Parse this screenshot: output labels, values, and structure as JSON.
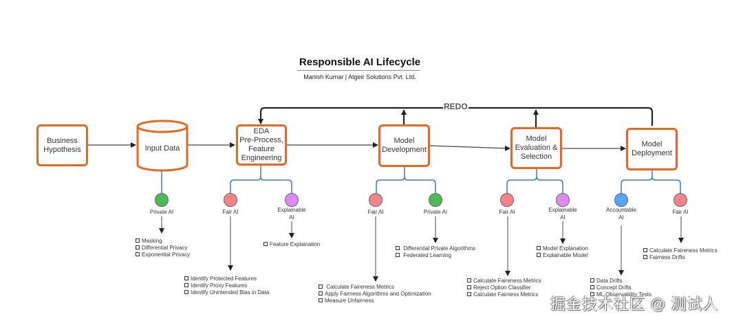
{
  "header": {
    "title": "Responsible AI Lifecycle",
    "subtitle": "Manish Kumar  |  Atgeir Solutions Pvt. Ltd."
  },
  "redo_label": "REDO",
  "colors": {
    "box_border": "#e8671e",
    "branch_line": "#3a78c2",
    "private_ai": "#4cbb55",
    "fair_ai": "#f48488",
    "explainable_ai": "#dc8af0",
    "accountable_ai": "#5aa4f5"
  },
  "stages": [
    {
      "id": "business-hypothesis",
      "label": "Business\nHypothesis"
    },
    {
      "id": "input-data",
      "label": "Input Data"
    },
    {
      "id": "eda",
      "label": "EDA\nPre-Process,\nFeature\nEngineering"
    },
    {
      "id": "model-development",
      "label": "Model\nDevelopment"
    },
    {
      "id": "model-evaluation",
      "label": "Model\nEvaluation &\nSelection"
    },
    {
      "id": "model-deployment",
      "label": "Model\nDeployment"
    }
  ],
  "pillars": [
    {
      "stage": "input-data",
      "label": "Private AI",
      "type": "private_ai",
      "items": [
        "Masking",
        "Differential Privacy",
        "Exponential Privacy"
      ]
    },
    {
      "stage": "eda",
      "label": "Fair AI",
      "type": "fair_ai",
      "items": [
        "Identify Protected Features",
        "Identify Proxy Features",
        "Identify Unintended Bias in Data"
      ]
    },
    {
      "stage": "eda",
      "label": "Explainable\nAI",
      "type": "explainable_ai",
      "items": [
        "Feature Explaination"
      ]
    },
    {
      "stage": "model-development",
      "label": "Fair AI",
      "type": "fair_ai",
      "items": [
        " Calculate Faireness Metrics",
        "Apply Fairness Algorithms and Optimization",
        "Measure Unfairness"
      ]
    },
    {
      "stage": "model-development",
      "label": "Private AI",
      "type": "private_ai",
      "items": [
        " Differential Private Algorithms",
        " Federated Learning"
      ]
    },
    {
      "stage": "model-evaluation",
      "label": "Fair AI",
      "type": "fair_ai",
      "items": [
        "Calculate Faireness Metrics",
        "Reject Option Classifier",
        "Calculate Fairness Metrics"
      ]
    },
    {
      "stage": "model-evaluation",
      "label": "Explainable\nAI",
      "type": "explainable_ai",
      "items": [
        "Model Explanation",
        "Explainable Model"
      ]
    },
    {
      "stage": "model-deployment",
      "label": "Accountable\nAI",
      "type": "accountable_ai",
      "items": [
        "Data Drifts",
        "Concept Drifts",
        "ML Observability Tests"
      ]
    },
    {
      "stage": "model-deployment",
      "label": "Fair AI",
      "type": "fair_ai",
      "items": [
        "Calculate Faireness Metrics",
        "Fairness Drifts"
      ]
    }
  ],
  "watermark": "掘金技术社区 @ 测试人"
}
